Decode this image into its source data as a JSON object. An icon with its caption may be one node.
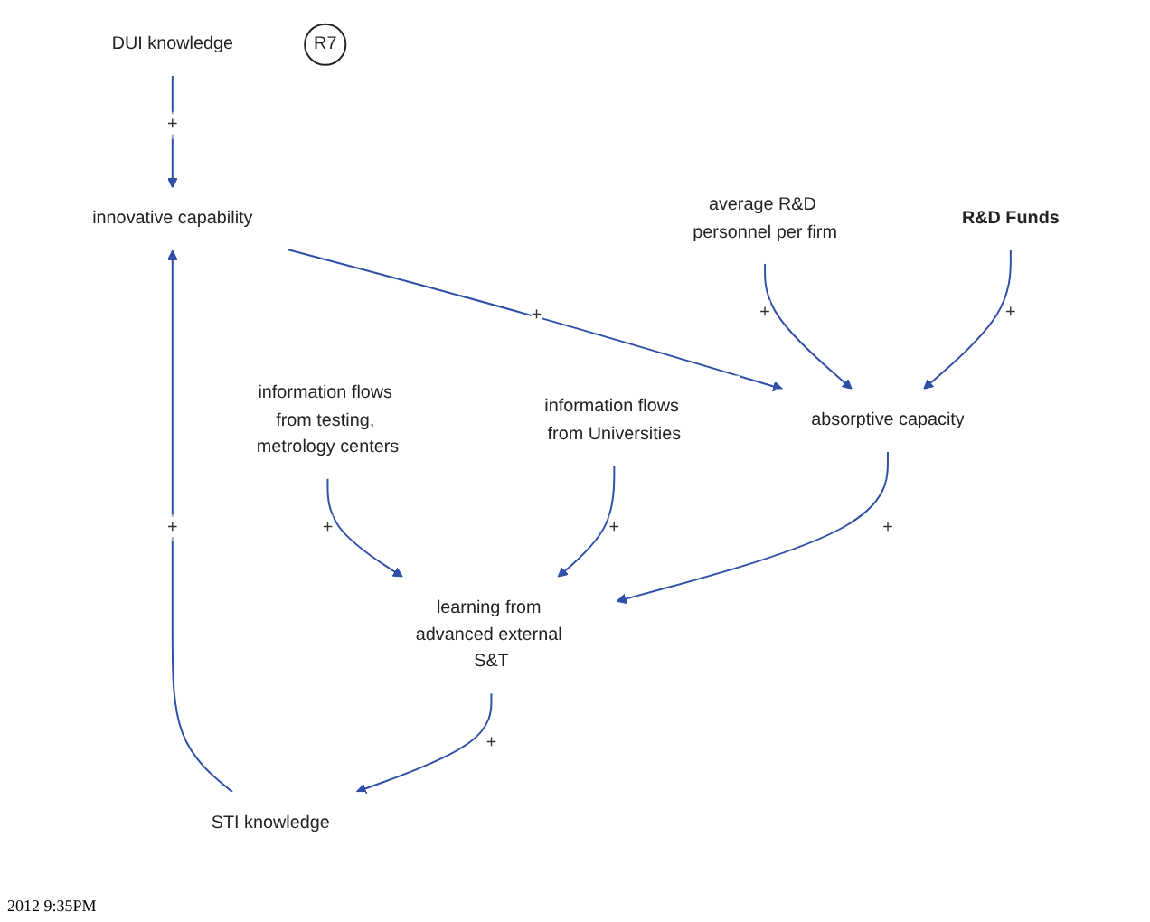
{
  "diagram": {
    "nodes": [
      {
        "text": [
          "innovative capability"
        ]
      },
      {
        "text": [
          "average R&D personnel per firm"
        ]
      },
      {
        "text": [
          "DUI knowledge"
        ]
      },
      {
        "text": [
          "absorptive capacity"
        ]
      },
      {
        "text": [
          "STI knowledge"
        ]
      },
      {
        "text": [
          "R7"
        ]
      },
      {
        "text": [
          "R&D Funds"
        ]
      },
      {
        "text": [
          "information flows from Universities"
        ]
      },
      {
        "text": [
          "information flows from testing, metrology centers"
        ]
      },
      {
        "text": [
          "learning from advanced external S&T"
        ]
      }
    ],
    "edges": [
      {
        "from": 0,
        "to": 3,
        "arrow": "to",
        "label": "+"
      },
      {
        "from": 2,
        "to": 0,
        "arrow": "to",
        "label": "+"
      },
      {
        "from": 4,
        "to": 0,
        "arrow": "to",
        "label": "+"
      },
      {
        "from": 1,
        "to": 3,
        "arrow": "to",
        "label": "+"
      },
      {
        "from": 6,
        "to": 3,
        "arrow": "to",
        "label": "+"
      },
      {
        "from": 3,
        "to": 9,
        "arrow": "to",
        "label": "+"
      },
      {
        "from": 7,
        "to": 9,
        "arrow": "to",
        "label": "+"
      },
      {
        "from": 8,
        "to": 9,
        "arrow": "to",
        "label": "+"
      },
      {
        "from": 9,
        "to": 4,
        "arrow": "to",
        "label": "+"
      }
    ],
    "labels": [
      "2012 9:35PM"
    ]
  }
}
